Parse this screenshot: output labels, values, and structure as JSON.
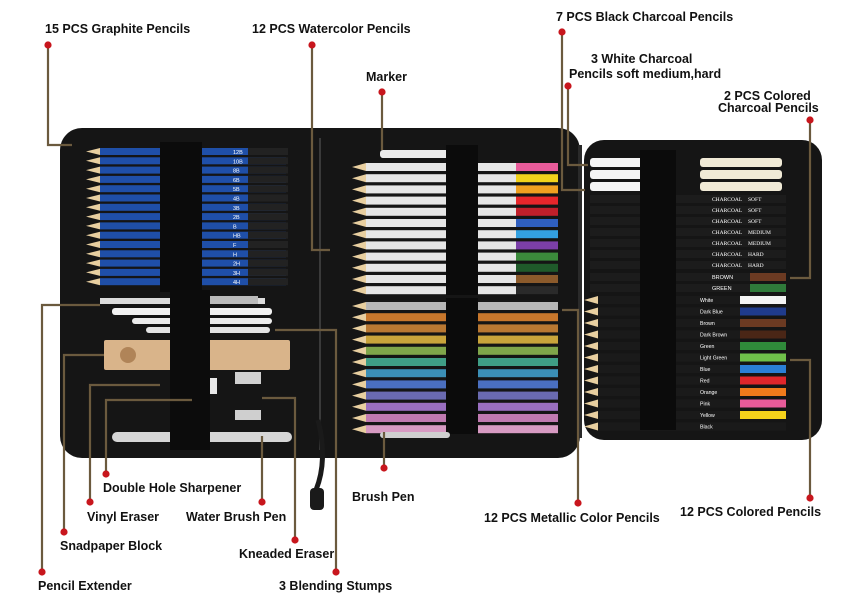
{
  "labels": {
    "graphite": "15 PCS Graphite Pencils",
    "watercolor": "12 PCS Watercolor Pencils",
    "black_charcoal": "7 PCS Black Charcoal Pencils",
    "white_charcoal_1": "3 White Charcoal",
    "white_charcoal_2": "Pencils soft medium,hard",
    "marker": "Marker",
    "colored_charcoal_1": "2 PCS Colored",
    "colored_charcoal_2": "Charcoal Pencils",
    "double_hole_sharpener": "Double Hole Sharpener",
    "vinyl_eraser": "Vinyl Eraser",
    "water_brush_pen": "Water Brush Pen",
    "snadpaper_block": "Snadpaper Block",
    "kneaded_eraser": "Kneaded Eraser",
    "pencil_extender": "Pencil Extender",
    "blending_stumps": "3 Blending Stumps",
    "brush_pen": "Brush Pen",
    "metallic": "12 PCS Metallic Color Pencils",
    "colored": "12 PCS Colored Pencils"
  },
  "graphite_grades": [
    "12B",
    "10B",
    "8B",
    "6B",
    "5B",
    "4B",
    "3B",
    "2B",
    "B",
    "HB",
    "F",
    "H",
    "2H",
    "3H",
    "4H"
  ],
  "charcoal_pencils": [
    {
      "name": "CHARCOAL",
      "grade": "SOFT"
    },
    {
      "name": "CHARCOAL",
      "grade": "SOFT"
    },
    {
      "name": "CHARCOAL",
      "grade": "SOFT"
    },
    {
      "name": "CHARCOAL",
      "grade": "MEDIUM"
    },
    {
      "name": "CHARCOAL",
      "grade": "MEDIUM"
    },
    {
      "name": "CHARCOAL",
      "grade": "HARD"
    },
    {
      "name": "CHARCOAL",
      "grade": "HARD"
    }
  ],
  "colored_charcoal": [
    {
      "name": "BROWN",
      "color": "#6b3a22"
    },
    {
      "name": "GREEN",
      "color": "#2f7a3a"
    }
  ],
  "watercolor_colors": [
    "#e85b9a",
    "#f2d21b",
    "#f0a020",
    "#e8262b",
    "#c01f2a",
    "#2f5fbf",
    "#33a0e0",
    "#7b3fa8",
    "#3b8a3b",
    "#1f5a2a",
    "#8b5a2b",
    "#2a2a2a"
  ],
  "metallic_colors": [
    "#b7b7b7",
    "#c8772c",
    "#b97832",
    "#c9a43b",
    "#7fa64a",
    "#3f9e86",
    "#3b8fb6",
    "#4a6fc0",
    "#6a6ab0",
    "#9a6fc0",
    "#c07ab0",
    "#d79ac2"
  ],
  "colored_pencils": [
    {
      "name": "White",
      "color": "#f4f4f4"
    },
    {
      "name": "Dark Blue",
      "color": "#1f3b8c"
    },
    {
      "name": "Brown",
      "color": "#6b3a22"
    },
    {
      "name": "Dark Brown",
      "color": "#4a2616"
    },
    {
      "name": "Green",
      "color": "#2f8a3a"
    },
    {
      "name": "Light Green",
      "color": "#6fc04a"
    },
    {
      "name": "Blue",
      "color": "#2a7fd6"
    },
    {
      "name": "Red",
      "color": "#e0262b"
    },
    {
      "name": "Orange",
      "color": "#f07a1b"
    },
    {
      "name": "Pink",
      "color": "#e85b9a"
    },
    {
      "name": "Yellow",
      "color": "#f5d21b"
    },
    {
      "name": "Black",
      "color": "#1a1a1a"
    }
  ],
  "colors": {
    "case": "#161616",
    "leader": "#6b5a3e",
    "dot": "#c8161d",
    "graphite_blue": "#1f4fa8"
  }
}
